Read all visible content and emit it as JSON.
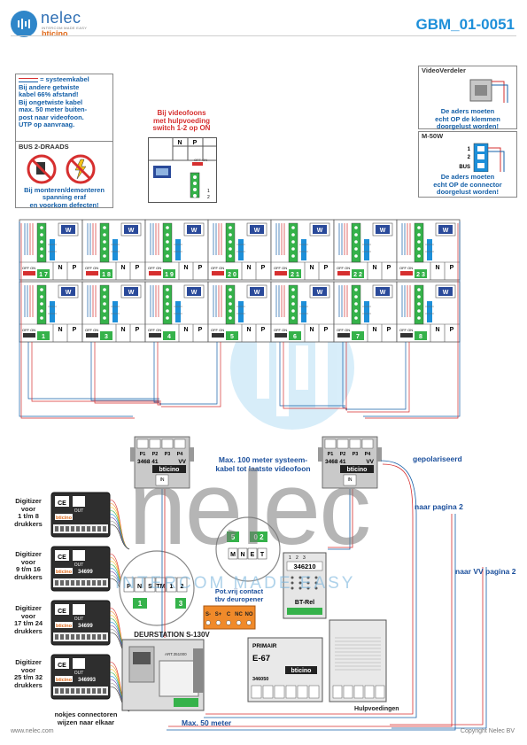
{
  "header": {
    "brand": "nelec",
    "brand_tagline": "INTERCOM MADE EASY",
    "brand_partner": "bticino",
    "doc_id": "GBM_01-0051"
  },
  "notes": {
    "cable": {
      "legend": "= systeemkabel",
      "lines": [
        "Bij andere getwiste",
        "kabel 66% afstand!",
        "Bij ongetwiste kabel",
        "max. 50 meter buiten-",
        "post naar videofoon.",
        "UTP op aanvraag."
      ]
    },
    "bus": {
      "title": "BUS 2-DRAADS",
      "lines": [
        "Bij monteren/demonteren",
        "spanning eraf",
        "en voorkom defecten!"
      ]
    },
    "videophone": {
      "lines": [
        "Bij videofoons",
        "met hulpvoeding",
        "switch 1-2 op ON"
      ]
    },
    "videoverdeler": {
      "title": "VideoVerdeler",
      "lines": [
        "De aders moeten",
        "echt OP de klemmen",
        "doorgelust worden!"
      ]
    },
    "m50w": {
      "title": "M-50W",
      "lines": [
        "De aders moeten",
        "echt OP de connector",
        "doorgelust worden!"
      ],
      "terminals": [
        "1",
        "2",
        "BUS"
      ]
    }
  },
  "labels": {
    "max100": [
      "Max. 100 meter systeem-",
      "kabel tot laatste videofoon"
    ],
    "gepolariseerd": "gepolariseerd",
    "naar_pagina2": "naar pagina 2",
    "naar_vv": "naar VV pagina 2",
    "pot_vrij": [
      "Pot.vrij contact",
      "tbv deuropener"
    ],
    "deurstation": "DEURSTATION S-130V",
    "max50": "Max. 50 meter",
    "hulpvoedingen": "Hulpvoedingen",
    "nokjes": [
      "nokjes connectoren",
      "wijzen naar elkaar"
    ]
  },
  "devices": {
    "videofoon_tag": "W",
    "switch_label": "OFF ON",
    "phone_top_row": [
      "1 7",
      "1 8",
      "1 9",
      "2 0",
      "2 1",
      "2 2",
      "2 3"
    ],
    "phone_bottom_row": [
      "1",
      "3",
      "4",
      "5",
      "6",
      "7",
      "8"
    ],
    "np": [
      "N",
      "P"
    ],
    "distributor": {
      "ports": [
        "P1",
        "P2",
        "P3",
        "P4"
      ],
      "model": "3468 41",
      "vv": "VV",
      "brand": "bticino",
      "in": "IN"
    },
    "digitizers": [
      {
        "label": [
          "Digitizer",
          "voor",
          "1 t/m 8",
          "drukkers"
        ],
        "model": ""
      },
      {
        "label": [
          "Digitizer",
          "voor",
          "9 t/m 16",
          "drukkers"
        ],
        "model": "34699"
      },
      {
        "label": [
          "Digitizer",
          "voor",
          "17 t/m 24",
          "drukkers"
        ],
        "model": "34699"
      },
      {
        "label": [
          "Digitizer",
          "voor",
          "25 t/m 32",
          "drukkers"
        ],
        "model": "346993"
      }
    ],
    "digitizer_out": "OUT",
    "digitizer_ce": "CE",
    "pnstm": [
      "P",
      "N",
      "S",
      "TM",
      "1",
      "2"
    ],
    "pnstm_digits": [
      "1",
      "3"
    ],
    "rel_zoom": [
      "5",
      "0 2"
    ],
    "rel_zoom_terms": [
      "M",
      "N",
      "E",
      "T"
    ],
    "relay": {
      "model": "346210",
      "name": "BT-Rel",
      "terms": [
        "1",
        "2",
        "3"
      ]
    },
    "contact": [
      "S-",
      "S+",
      "C",
      "NC",
      "NO"
    ],
    "power": {
      "title": "PRIMAIR",
      "model": "E-67",
      "code": "346050",
      "brand": "bticino"
    },
    "deurstation_tag": "ART.351000"
  },
  "footer": {
    "left": "www.nelec.com",
    "right": "Copyright Nelec BV"
  },
  "watermark": {
    "word": "nelec",
    "tagline": "INTERCOM MADE EASY"
  },
  "colors": {
    "blue": "#1560a8",
    "red": "#d62f2f",
    "cyan": "#1d8fd9",
    "orange": "#f08a2a",
    "green": "#35b24a"
  }
}
